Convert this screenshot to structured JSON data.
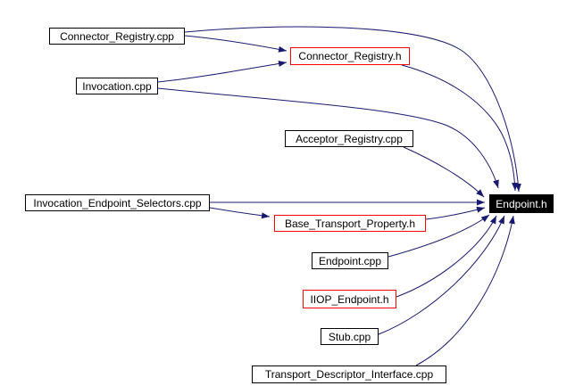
{
  "diagram": {
    "type": "include-dependency-graph",
    "central_file": "Endpoint.h",
    "colors": {
      "bg": "#ffffff",
      "edge": "#191970",
      "node_border": "#000000",
      "truncated_border": "#ff0000",
      "selected_bg": "#000000",
      "selected_text": "#ffffff"
    },
    "nodes": {
      "connector_registry_cpp": {
        "label": "Connector_Registry.cpp",
        "style": "normal"
      },
      "connector_registry_h": {
        "label": "Connector_Registry.h",
        "style": "red-border"
      },
      "invocation_cpp": {
        "label": "Invocation.cpp",
        "style": "normal"
      },
      "acceptor_registry_cpp": {
        "label": "Acceptor_Registry.cpp",
        "style": "normal"
      },
      "invocation_endpoint_selectors_cpp": {
        "label": "Invocation_Endpoint_Selectors.cpp",
        "style": "normal"
      },
      "base_transport_property_h": {
        "label": "Base_Transport_Property.h",
        "style": "red-border"
      },
      "endpoint_cpp": {
        "label": "Endpoint.cpp",
        "style": "normal"
      },
      "iiop_endpoint_h": {
        "label": "IIOP_Endpoint.h",
        "style": "red-border"
      },
      "stub_cpp": {
        "label": "Stub.cpp",
        "style": "normal"
      },
      "transport_descriptor_interface_cpp": {
        "label": "Transport_Descriptor_Interface.cpp",
        "style": "normal"
      },
      "endpoint_h": {
        "label": "Endpoint.h",
        "style": "filled-black"
      }
    },
    "edges": [
      {
        "from": "Connector_Registry.cpp",
        "to": "Connector_Registry.h"
      },
      {
        "from": "Connector_Registry.cpp",
        "to": "Endpoint.h"
      },
      {
        "from": "Invocation.cpp",
        "to": "Connector_Registry.h"
      },
      {
        "from": "Invocation.cpp",
        "to": "Endpoint.h"
      },
      {
        "from": "Connector_Registry.h",
        "to": "Endpoint.h"
      },
      {
        "from": "Acceptor_Registry.cpp",
        "to": "Endpoint.h"
      },
      {
        "from": "Invocation_Endpoint_Selectors.cpp",
        "to": "Endpoint.h"
      },
      {
        "from": "Invocation_Endpoint_Selectors.cpp",
        "to": "Base_Transport_Property.h"
      },
      {
        "from": "Base_Transport_Property.h",
        "to": "Endpoint.h"
      },
      {
        "from": "Endpoint.cpp",
        "to": "Endpoint.h"
      },
      {
        "from": "IIOP_Endpoint.h",
        "to": "Endpoint.h"
      },
      {
        "from": "Stub.cpp",
        "to": "Endpoint.h"
      },
      {
        "from": "Transport_Descriptor_Interface.cpp",
        "to": "Endpoint.h"
      }
    ]
  }
}
